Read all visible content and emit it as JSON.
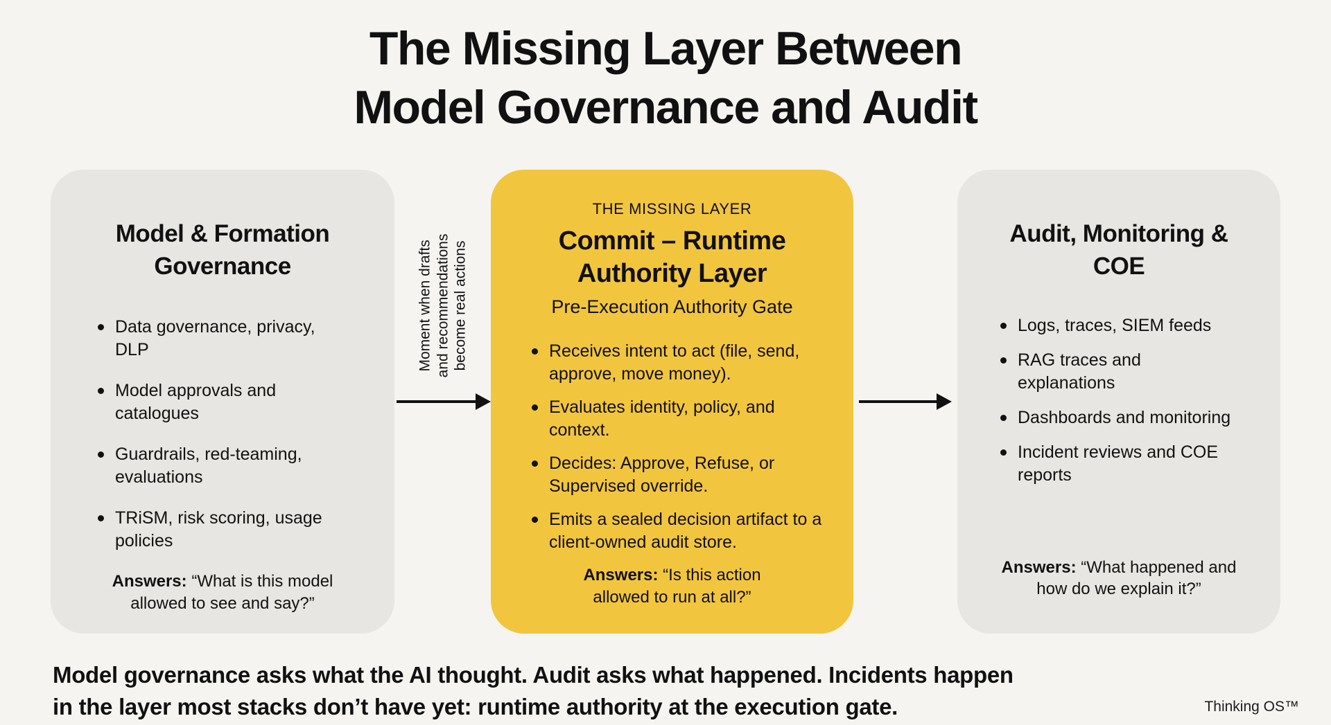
{
  "title": {
    "line1": "The Missing Layer Between",
    "line2": "Model Governance and Audit"
  },
  "panels": {
    "left": {
      "title": "Model & Formation Governance",
      "bullets": [
        "Data governance, privacy, DLP",
        "Model approvals and catalogues",
        "Guardrails, red-teaming, evaluations",
        "TRiSM, risk scoring, usage policies"
      ],
      "answers_label": "Answers:",
      "answers_text": "“What is this model allowed to see and say?”"
    },
    "middle": {
      "eyebrow": "THE MISSING LAYER",
      "title": "Commit – Runtime Authority Layer",
      "subtitle": "Pre-Execution Authority Gate",
      "bullets": [
        "Receives intent to act (file, send, approve, move money).",
        "Evaluates identity, policy, and context.",
        "Decides: Approve, Refuse, or Supervised override.",
        "Emits a sealed decision artifact to a client-owned audit store."
      ],
      "answers_label": "Answers:",
      "answers_text": "“Is this action allowed to run at all?”"
    },
    "right": {
      "title": "Audit, Monitoring & COE",
      "bullets": [
        "Logs, traces, SIEM feeds",
        "RAG traces and explanations",
        "Dashboards and monitoring",
        "Incident reviews and COE reports"
      ],
      "answers_label": "Answers:",
      "answers_text": "“What happened and how do we explain it?”"
    }
  },
  "connectors": {
    "left_label": "Moment when drafts and recommendations become real actions"
  },
  "footer": {
    "line1": "Model governance asks what the AI thought. Audit asks what happened. Incidents happen",
    "line2": "in the layer most stacks don’t have yet: runtime authority at the execution gate.",
    "brand": "Thinking OS™"
  },
  "colors": {
    "background": "#f5f4f1",
    "panel_gray": "#e8e6e2",
    "panel_yellow": "#f2c53f",
    "text": "#111111",
    "arrow": "#111111"
  }
}
